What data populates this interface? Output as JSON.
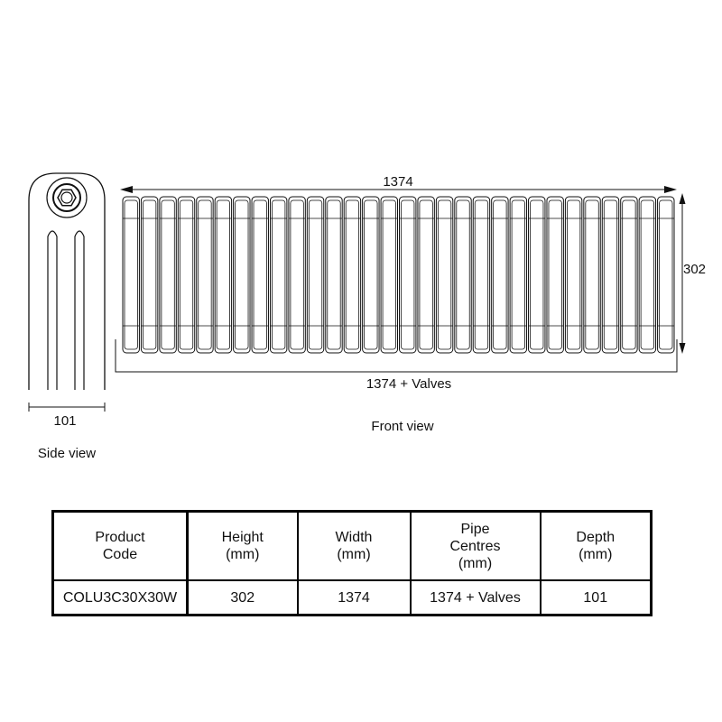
{
  "side_view": {
    "caption": "Side view",
    "depth_label": "101"
  },
  "front_view": {
    "caption": "Front view",
    "width_label": "1374",
    "height_label": "302",
    "pipe_centres_label": "1374 + Valves",
    "column_count": 30
  },
  "spec_table": {
    "headers": [
      "Product\nCode",
      "Height\n(mm)",
      "Width\n(mm)",
      "Pipe\nCentres\n(mm)",
      "Depth\n(mm)"
    ],
    "row": [
      "COLU3C30X30W",
      "302",
      "1374",
      "1374 + Valves",
      "101"
    ]
  },
  "colors": {
    "line": "#111111",
    "background": "#ffffff"
  }
}
